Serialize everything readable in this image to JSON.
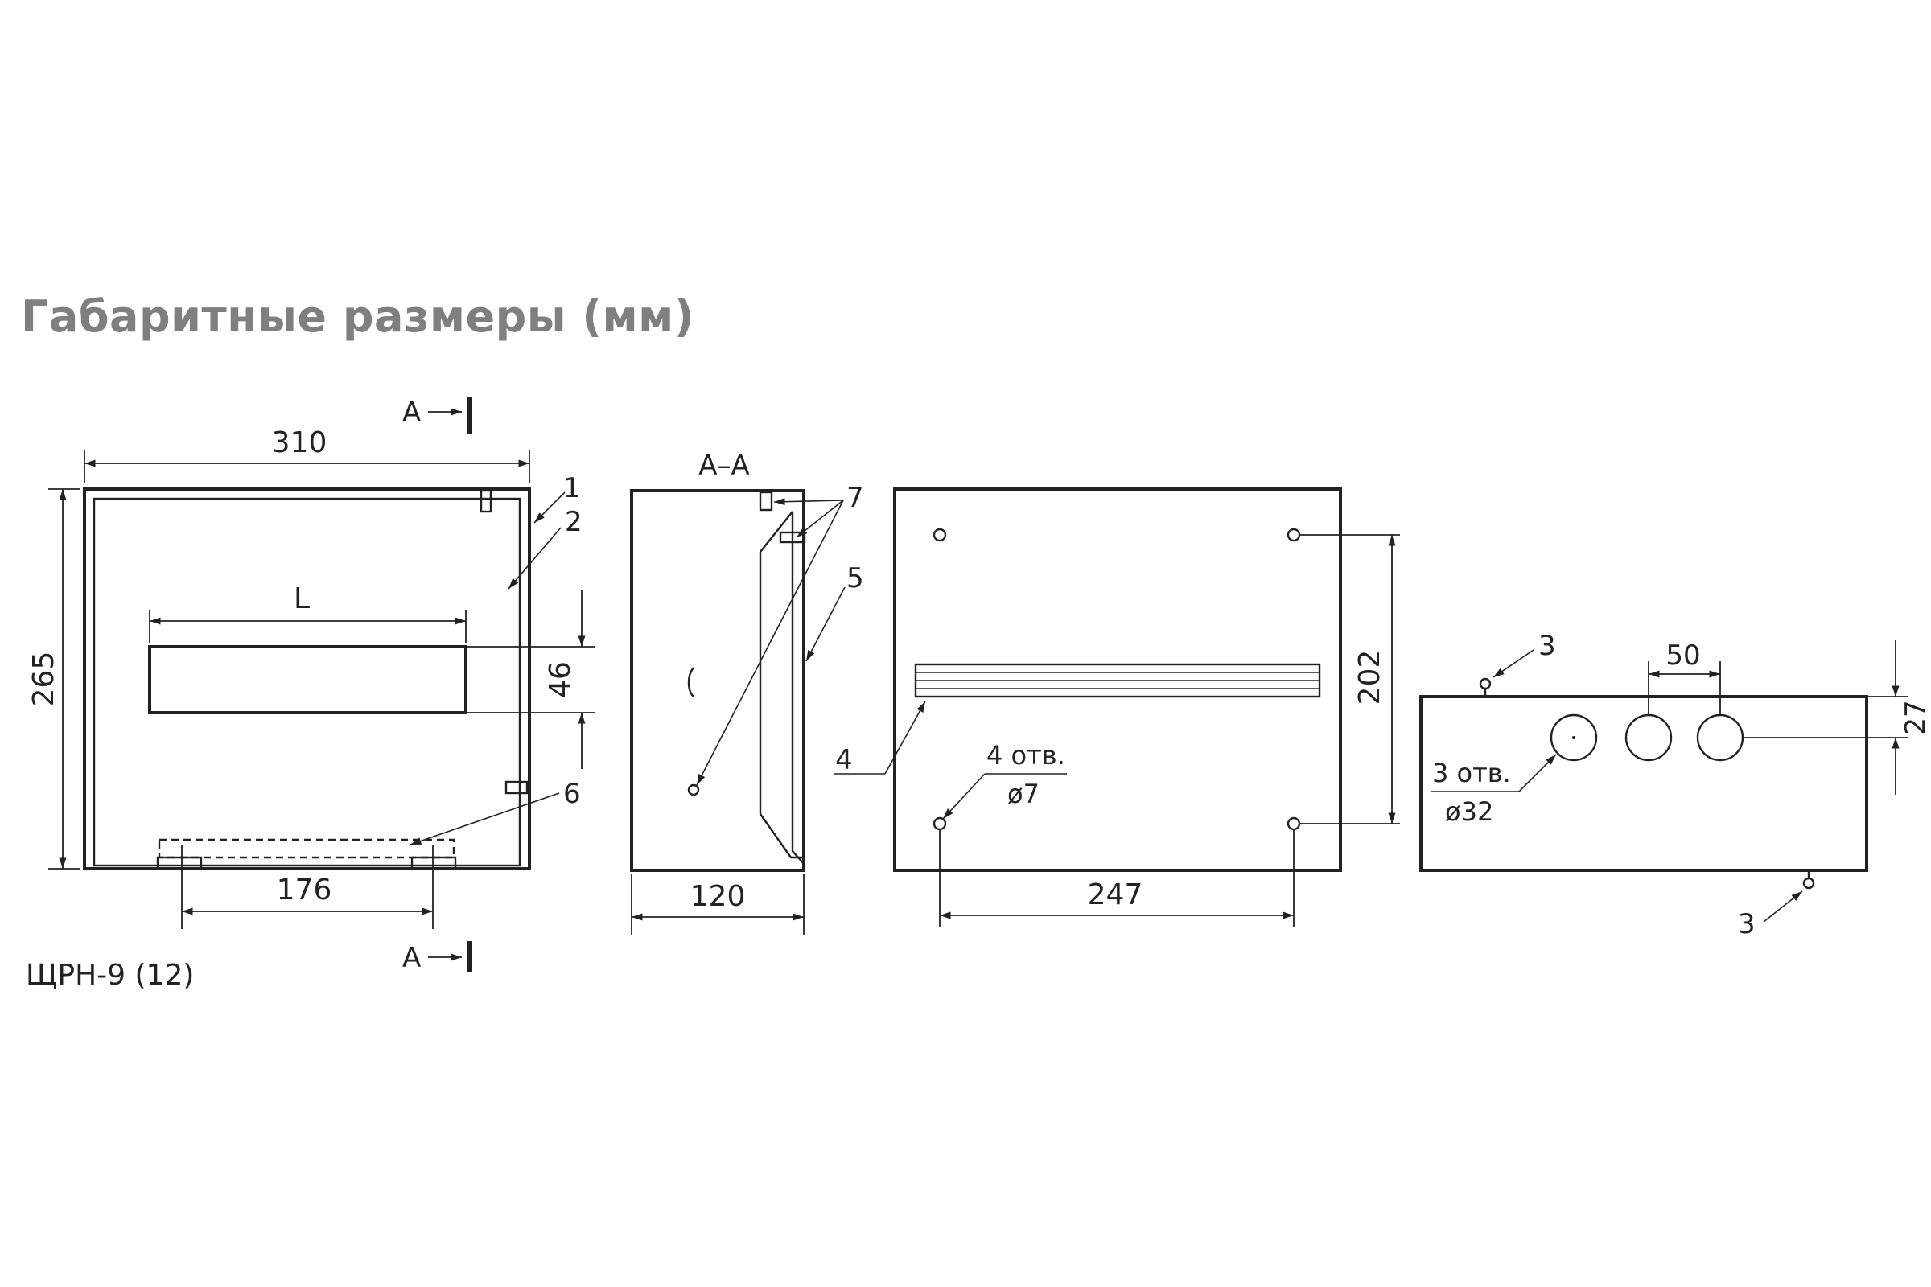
{
  "title": "Габаритные размеры (мм)",
  "model_label": "ЩРН-9 (12)",
  "section_marks": {
    "cut": "А",
    "section": "А–А"
  },
  "dimensions": {
    "width": "310",
    "height": "265",
    "L": "L",
    "panel_height": "46",
    "bottom_spacing": "176",
    "depth": "120",
    "hole_spacing_x": "247",
    "hole_spacing_y": "202",
    "knockout_pitch": "50",
    "knockout_offset": "27"
  },
  "callouts": {
    "c1": "1",
    "c2": "2",
    "c3": "3",
    "c4": "4",
    "c5": "5",
    "c6": "6",
    "c7": "7"
  },
  "notes": {
    "mount_holes_count": "4 отв.",
    "mount_holes_dia": "ø7",
    "knockouts_count": "3 отв.",
    "knockouts_dia": "ø32"
  },
  "colors": {
    "line": "#222222",
    "title": "#7f7f7f",
    "background": "#ffffff"
  },
  "icons": {
    "arrow": "arrowhead-icon",
    "hole": "circle-hole-icon"
  }
}
